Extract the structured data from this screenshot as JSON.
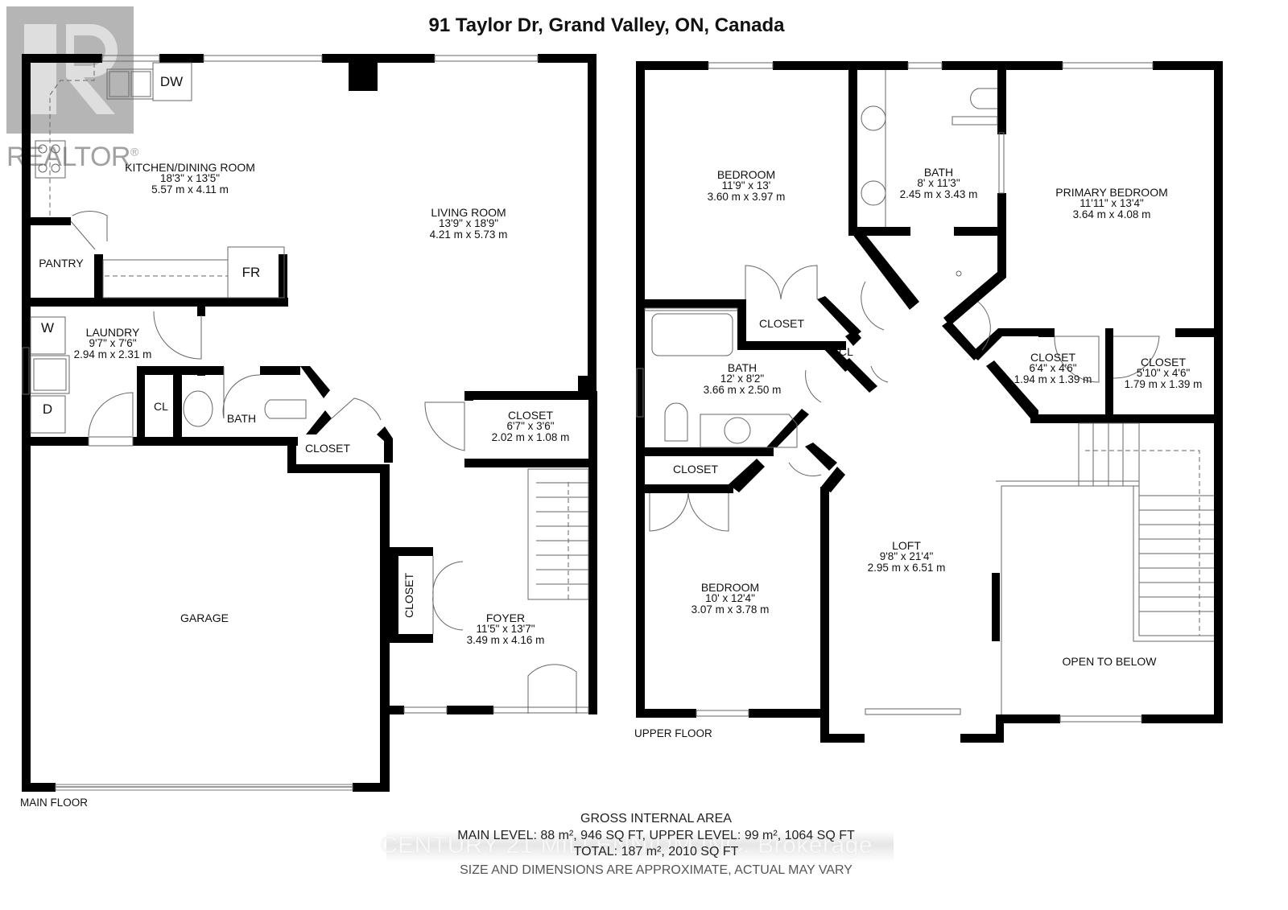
{
  "title": "91 Taylor Dr, Grand Valley, ON, Canada",
  "watermarks": {
    "realtor": "REALTOR",
    "realtor_mark": "®",
    "brokerage": "CENTURY 21 MILLENNIUM INC. Brokerage"
  },
  "main_floor": {
    "label": "MAIN FLOOR",
    "rooms": [
      {
        "name": "KITCHEN/DINING ROOM",
        "imperial": "18'3\" x 13'5\"",
        "metric": "5.57 m x 4.11 m"
      },
      {
        "name": "LIVING ROOM",
        "imperial": "13'9\" x 18'9\"",
        "metric": "4.21 m x 5.73 m"
      },
      {
        "name": "PANTRY"
      },
      {
        "name": "LAUNDRY",
        "imperial": "9'7\" x 7'6\"",
        "metric": "2.94 m x 2.31 m"
      },
      {
        "name": "CL"
      },
      {
        "name": "BATH"
      },
      {
        "name": "CLOSET"
      },
      {
        "name": "CLOSET",
        "imperial": "6'7\" x 3'6\"",
        "metric": "2.02 m x 1.08 m"
      },
      {
        "name": "GARAGE"
      },
      {
        "name": "CLOSET"
      },
      {
        "name": "FOYER",
        "imperial": "11'5\" x 13'7\"",
        "metric": "3.49 m x 4.16 m"
      }
    ],
    "fixtures": {
      "dishwasher": "DW",
      "fridge": "FR",
      "washer": "W",
      "dryer": "D"
    }
  },
  "upper_floor": {
    "label": "UPPER FLOOR",
    "rooms": [
      {
        "name": "BEDROOM",
        "imperial": "11'9\" x 13'",
        "metric": "3.60 m x 3.97 m"
      },
      {
        "name": "BATH",
        "imperial": "8' x 11'3\"",
        "metric": "2.45 m x 3.43 m"
      },
      {
        "name": "PRIMARY BEDROOM",
        "imperial": "11'11\" x 13'4\"",
        "metric": "3.64 m x 4.08 m"
      },
      {
        "name": "CLOSET"
      },
      {
        "name": "CL"
      },
      {
        "name": "BATH",
        "imperial": "12' x 8'2\"",
        "metric": "3.66 m x 2.50 m"
      },
      {
        "name": "CLOSET",
        "imperial": "6'4\" x 4'6\"",
        "metric": "1.94 m x 1.39 m"
      },
      {
        "name": "CLOSET",
        "imperial": "5'10\" x 4'6\"",
        "metric": "1.79 m x 1.39 m"
      },
      {
        "name": "CLOSET"
      },
      {
        "name": "BEDROOM",
        "imperial": "10' x 12'4\"",
        "metric": "3.07 m x 3.78 m"
      },
      {
        "name": "LOFT",
        "imperial": "9'8\" x 21'4\"",
        "metric": "2.95 m x 6.51 m"
      },
      {
        "name": "OPEN TO BELOW"
      }
    ]
  },
  "area": {
    "heading": "GROSS INTERNAL AREA",
    "main_level": "MAIN LEVEL: 88 m², 946 SQ FT, UPPER LEVEL: 99 m², 1064 SQ FT",
    "total": "TOTAL: 187 m², 2010 SQ FT",
    "disclaimer": "SIZE AND DIMENSIONS ARE APPROXIMATE, ACTUAL MAY VARY"
  },
  "colors": {
    "wall": "#000000",
    "fixture_line": "#555555",
    "background": "#ffffff",
    "watermark": "#8a8a8a"
  }
}
